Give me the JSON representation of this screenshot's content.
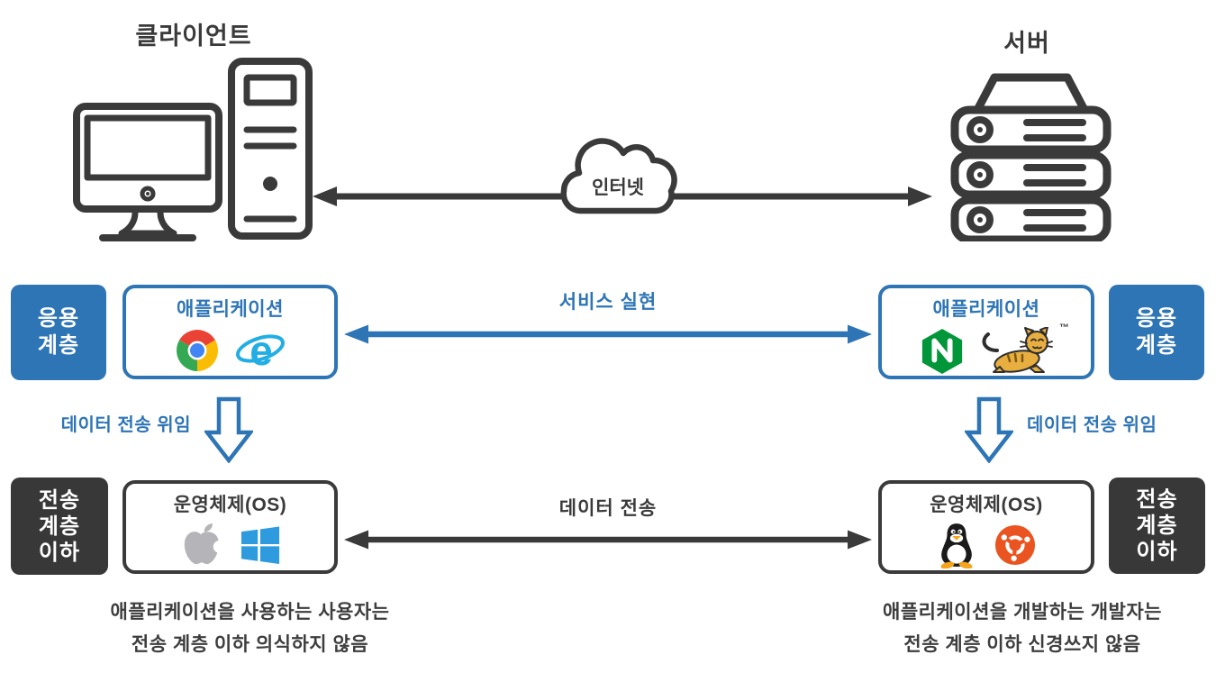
{
  "client": {
    "title": "클라이언트"
  },
  "server": {
    "title": "서버"
  },
  "internet": {
    "label": "인터넷"
  },
  "arrows": {
    "service": {
      "label": "서비스 실현"
    },
    "data_transfer": {
      "label": "데이터 전송"
    }
  },
  "left": {
    "app_badge": {
      "line1": "응용",
      "line2": "계층"
    },
    "app_box": {
      "title": "애플리케이션",
      "icons": [
        "chrome-icon",
        "internet-explorer-icon"
      ]
    },
    "delegate_label": "데이터 전송 위임",
    "transport_badge": {
      "line1": "전송",
      "line2": "계층",
      "line3": "이하"
    },
    "os_box": {
      "title": "운영체제(OS)",
      "icons": [
        "apple-icon",
        "windows-icon"
      ]
    },
    "caption": {
      "line1": "애플리케이션을 사용하는 사용자는",
      "line2": "전송 계층 이하 의식하지 않음"
    }
  },
  "right": {
    "app_badge": {
      "line1": "응용",
      "line2": "계층"
    },
    "app_box": {
      "title": "애플리케이션",
      "icons": [
        "nginx-icon",
        "tomcat-icon"
      ],
      "trademark": "™"
    },
    "delegate_label": "데이터 전송 위임",
    "transport_badge": {
      "line1": "전송",
      "line2": "계층",
      "line3": "이하"
    },
    "os_box": {
      "title": "운영체제(OS)",
      "icons": [
        "linux-tux-icon",
        "ubuntu-icon"
      ]
    },
    "caption": {
      "line1": "애플리케이션을 개발하는 개발자는",
      "line2": "전송 계층 이하 신경쓰지 않음"
    }
  },
  "colors": {
    "accent_blue": "#2E75B6",
    "dark": "#3A3A3A",
    "nginx_green": "#009639",
    "ubuntu_orange": "#E95420",
    "windows_blue": "#2E9BDF",
    "chrome": [
      "#EA4335",
      "#FBBC05",
      "#34A853",
      "#4285F4"
    ],
    "ie_blue": "#22AEE4"
  }
}
